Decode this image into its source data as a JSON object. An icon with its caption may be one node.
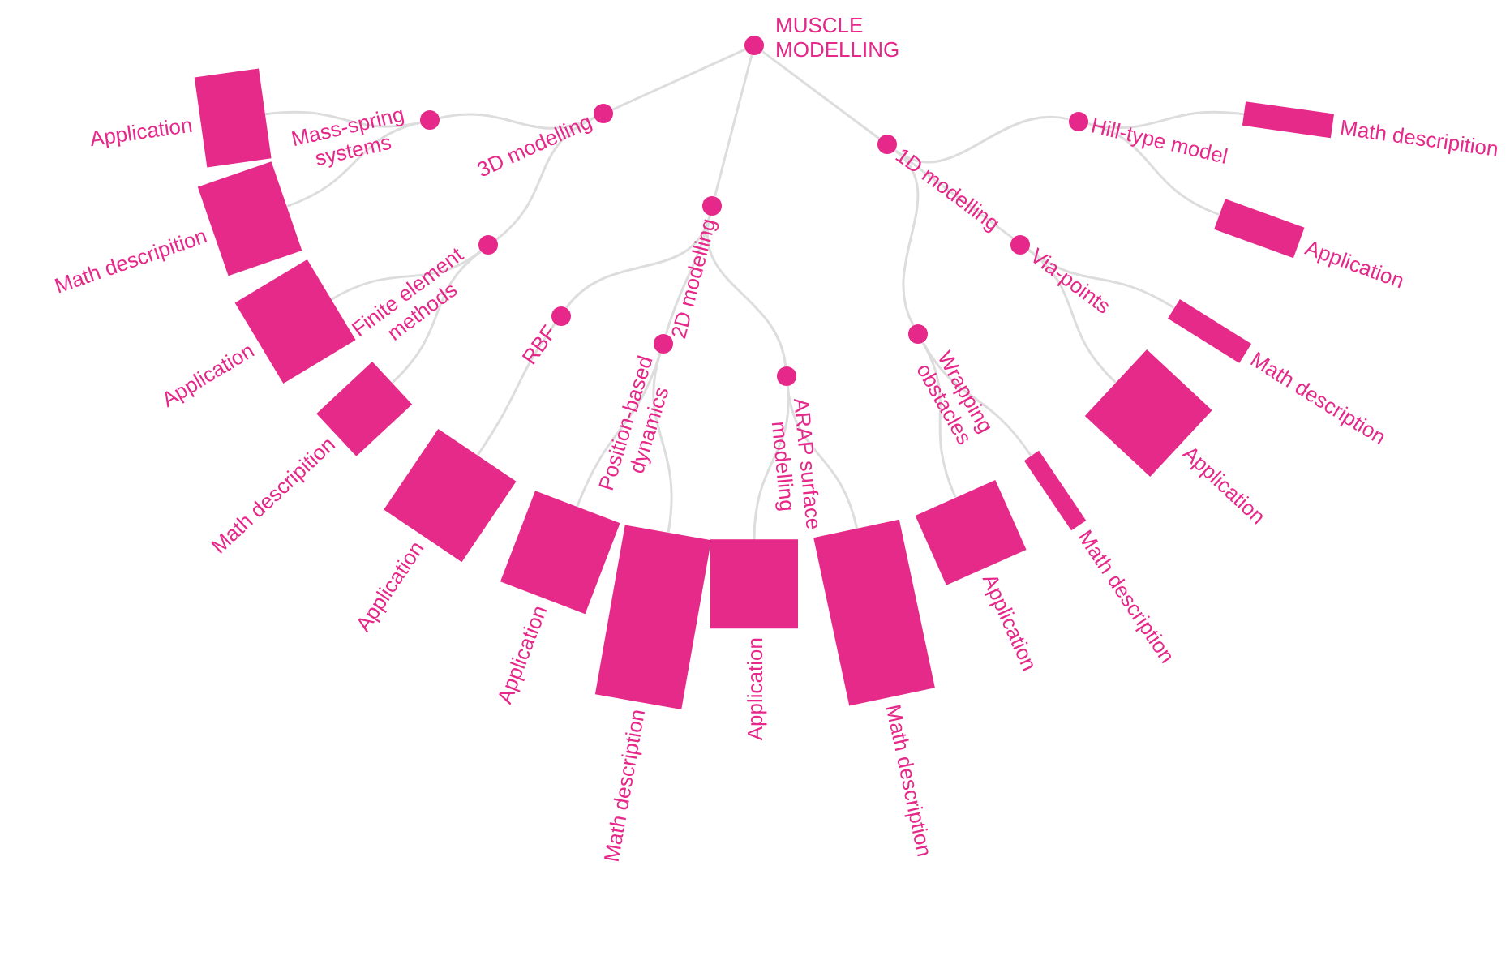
{
  "diagram": {
    "nodes": [
      {
        "text": [
          "MUSCLE MODELLING"
        ]
      },
      {
        "text": [
          "3D modelling"
        ]
      },
      {
        "text": [
          "Mass-spring systems"
        ]
      },
      {
        "text": [
          "Application"
        ]
      },
      {
        "text": [
          "Math descripition"
        ]
      },
      {
        "text": [
          "Finite element methods"
        ]
      },
      {
        "text": [
          "Application"
        ]
      },
      {
        "text": [
          "Math descripition"
        ]
      },
      {
        "text": [
          "2D modelling"
        ]
      },
      {
        "text": [
          "RBF"
        ]
      },
      {
        "text": [
          "Application"
        ]
      },
      {
        "text": [
          "Position-based dynamics"
        ]
      },
      {
        "text": [
          "Application"
        ]
      },
      {
        "text": [
          "Math description"
        ]
      },
      {
        "text": [
          "ARAP surface modelling"
        ]
      },
      {
        "text": [
          "Application"
        ]
      },
      {
        "text": [
          "Math description"
        ]
      },
      {
        "text": [
          "1D modelling"
        ]
      },
      {
        "text": [
          "Wrapping obstacles"
        ]
      },
      {
        "text": [
          "Application"
        ]
      },
      {
        "text": [
          "Math description"
        ]
      },
      {
        "text": [
          "Via-points"
        ]
      },
      {
        "text": [
          "Application"
        ]
      },
      {
        "text": [
          "Math description"
        ]
      },
      {
        "text": [
          "Hill-type model"
        ]
      },
      {
        "text": [
          "Application"
        ]
      },
      {
        "text": [
          "Math descripition"
        ]
      }
    ],
    "edges": [
      {
        "from": 0,
        "to": 1,
        "arrow": "none"
      },
      {
        "from": 1,
        "to": 2,
        "arrow": "none"
      },
      {
        "from": 2,
        "to": 3,
        "arrow": "none"
      },
      {
        "from": 2,
        "to": 4,
        "arrow": "none"
      },
      {
        "from": 1,
        "to": 5,
        "arrow": "none"
      },
      {
        "from": 5,
        "to": 6,
        "arrow": "none"
      },
      {
        "from": 5,
        "to": 7,
        "arrow": "none"
      },
      {
        "from": 0,
        "to": 8,
        "arrow": "none"
      },
      {
        "from": 8,
        "to": 9,
        "arrow": "none"
      },
      {
        "from": 9,
        "to": 10,
        "arrow": "none"
      },
      {
        "from": 8,
        "to": 11,
        "arrow": "none"
      },
      {
        "from": 11,
        "to": 12,
        "arrow": "none"
      },
      {
        "from": 11,
        "to": 13,
        "arrow": "none"
      },
      {
        "from": 8,
        "to": 14,
        "arrow": "none"
      },
      {
        "from": 14,
        "to": 15,
        "arrow": "none"
      },
      {
        "from": 14,
        "to": 16,
        "arrow": "none"
      },
      {
        "from": 0,
        "to": 17,
        "arrow": "none"
      },
      {
        "from": 17,
        "to": 18,
        "arrow": "none"
      },
      {
        "from": 18,
        "to": 19,
        "arrow": "none"
      },
      {
        "from": 18,
        "to": 20,
        "arrow": "none"
      },
      {
        "from": 17,
        "to": 21,
        "arrow": "none"
      },
      {
        "from": 21,
        "to": 22,
        "arrow": "none"
      },
      {
        "from": 21,
        "to": 23,
        "arrow": "none"
      },
      {
        "from": 17,
        "to": 24,
        "arrow": "none"
      },
      {
        "from": 24,
        "to": 25,
        "arrow": "none"
      },
      {
        "from": 24,
        "to": 26,
        "arrow": "none"
      }
    ]
  }
}
